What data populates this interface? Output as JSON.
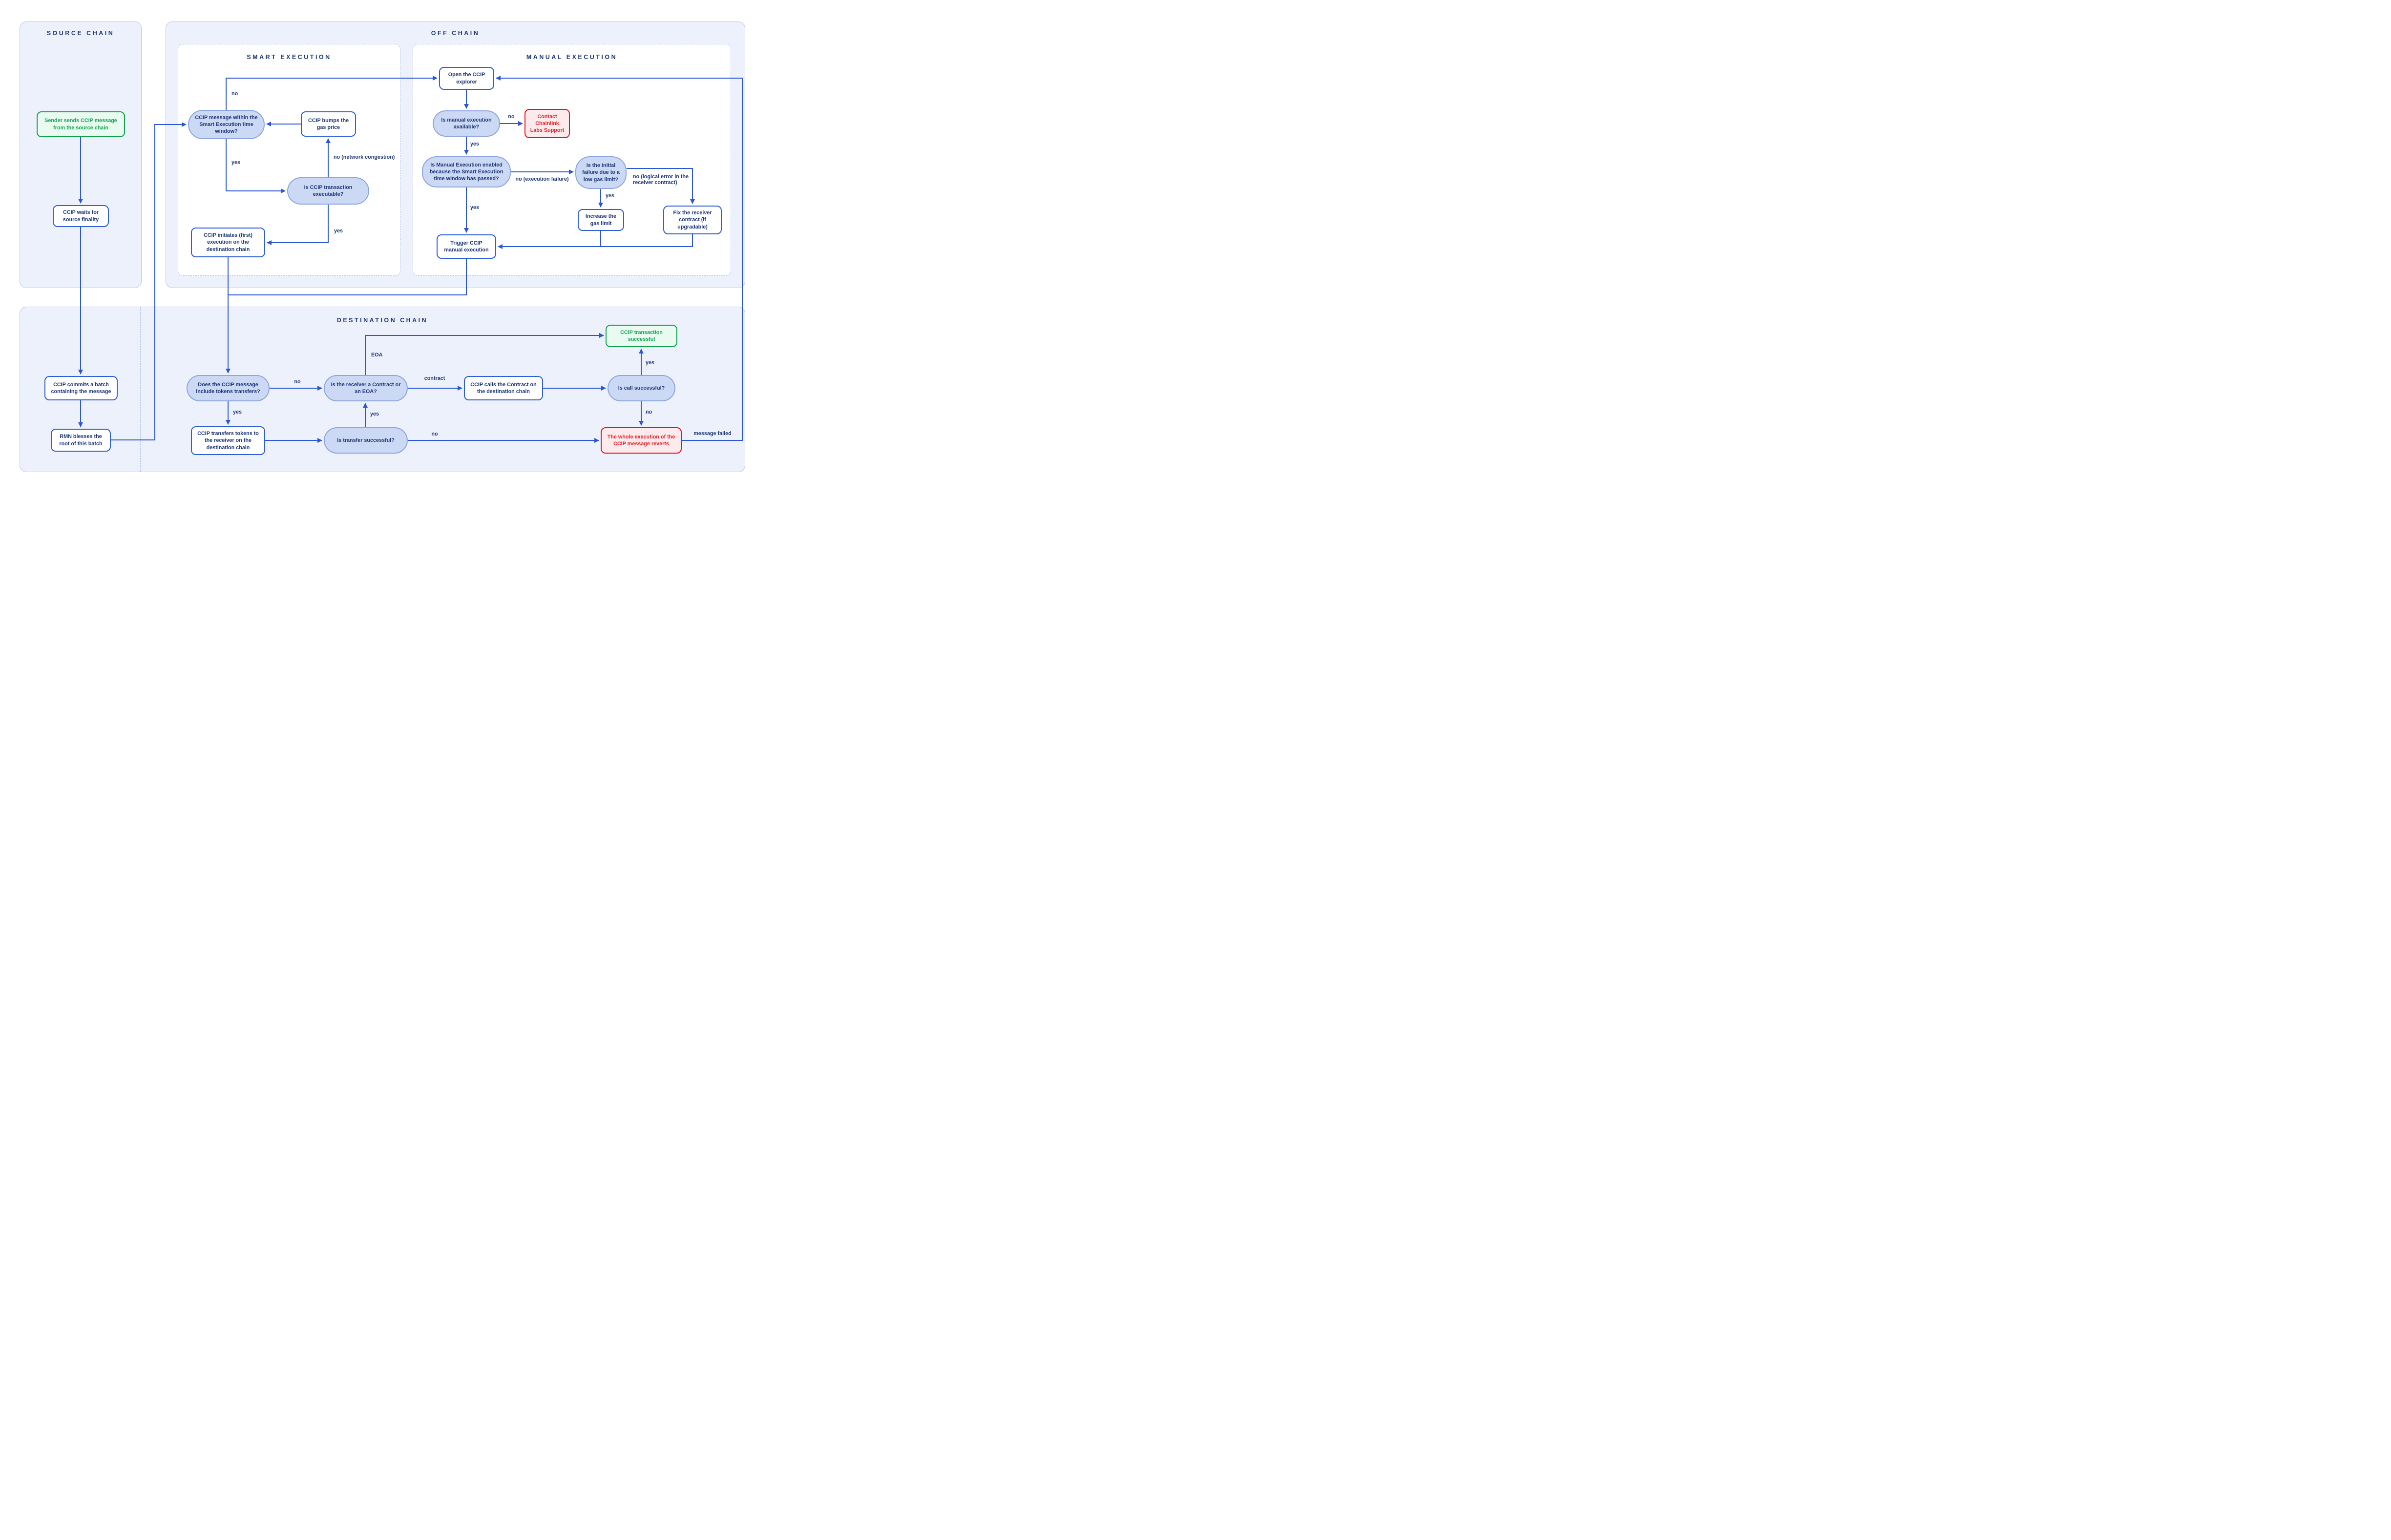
{
  "sections": {
    "source_chain": {
      "title": "SOURCE CHAIN"
    },
    "off_chain": {
      "title": "OFF CHAIN"
    },
    "smart_execution": {
      "title": "SMART EXECUTION"
    },
    "manual_execution": {
      "title": "MANUAL EXECUTION"
    },
    "destination_chain": {
      "title": "DESTINATION CHAIN"
    }
  },
  "nodes": {
    "sender": {
      "label": "Sender sends CCIP message from the source chain"
    },
    "waits": {
      "label": "CCIP waits for source finality"
    },
    "commits": {
      "label": "CCIP commits a batch containing the message"
    },
    "rmn": {
      "label": "RMN blesses the root of this batch"
    },
    "window": {
      "label": "CCIP message within the Smart Execution time window?"
    },
    "bumps": {
      "label": "CCIP bumps the gas price"
    },
    "executable": {
      "label": "Is CCIP transaction executable?"
    },
    "initiates": {
      "label": "CCIP initiates (first) execution on the destination chain"
    },
    "explorer": {
      "label": "Open the CCIP explorer"
    },
    "manual_available": {
      "label": "Is manual execution available?"
    },
    "contact": {
      "label": "Contact Chainlink Labs Support"
    },
    "manual_enabled": {
      "label": "Is Manual Execution enabled because the Smart Execution time window has passed?"
    },
    "initial_failure": {
      "label": "Is the initial failure due to a low gas limit?"
    },
    "increase_gas": {
      "label": "Increase the gas limit"
    },
    "fix_receiver": {
      "label": "Fix the receiver contract (if upgradable)"
    },
    "trigger": {
      "label": "Trigger CCIP manual execution"
    },
    "tokens": {
      "label": "Does the CCIP message include tokens transfers?"
    },
    "receiver": {
      "label": "Is the receiver a Contract or an EOA?"
    },
    "calls": {
      "label": "CCIP calls the Contract on the destination chain"
    },
    "call_ok": {
      "label": "Is call successful?"
    },
    "tx_ok": {
      "label": "CCIP transaction successful"
    },
    "transfers": {
      "label": "CCIP transfers tokens to the receiver on the destination chain"
    },
    "transfer_ok": {
      "label": "Is transfer successful?"
    },
    "reverts": {
      "label": "The whole execution of the CCIP message reverts"
    }
  },
  "edge_labels": {
    "window_no": "no",
    "window_yes": "yes",
    "executable_no": "no (network congestion)",
    "executable_yes": "yes",
    "manual_available_no": "no",
    "manual_available_yes": "yes",
    "manual_enabled_no": "no (execution failure)",
    "manual_enabled_yes": "yes",
    "initial_failure_yes": "yes",
    "initial_failure_no": "no (logical error in the receiver contract)",
    "tokens_no": "no",
    "tokens_yes": "yes",
    "receiver_eoa": "EOA",
    "receiver_contract": "contract",
    "transfer_yes": "yes",
    "transfer_no": "no",
    "call_yes": "yes",
    "call_no": "no",
    "message_failed": "message failed"
  },
  "colors": {
    "line_blue": "#2b57d5",
    "node_border_blue": "#2f5ed6",
    "navy_text": "#1b3576",
    "pill_fill": "#ccd9f5",
    "pill_border": "#8da4e0",
    "container_fill": "#edf1fb",
    "container_border": "#b9c5ec",
    "green_border": "#13a04b",
    "green_fill": "#e9fbf0",
    "green_text": "#0da64f",
    "red_border": "#e8101f",
    "red_fill": "#fdeaec",
    "red_text": "#ea1c26"
  }
}
